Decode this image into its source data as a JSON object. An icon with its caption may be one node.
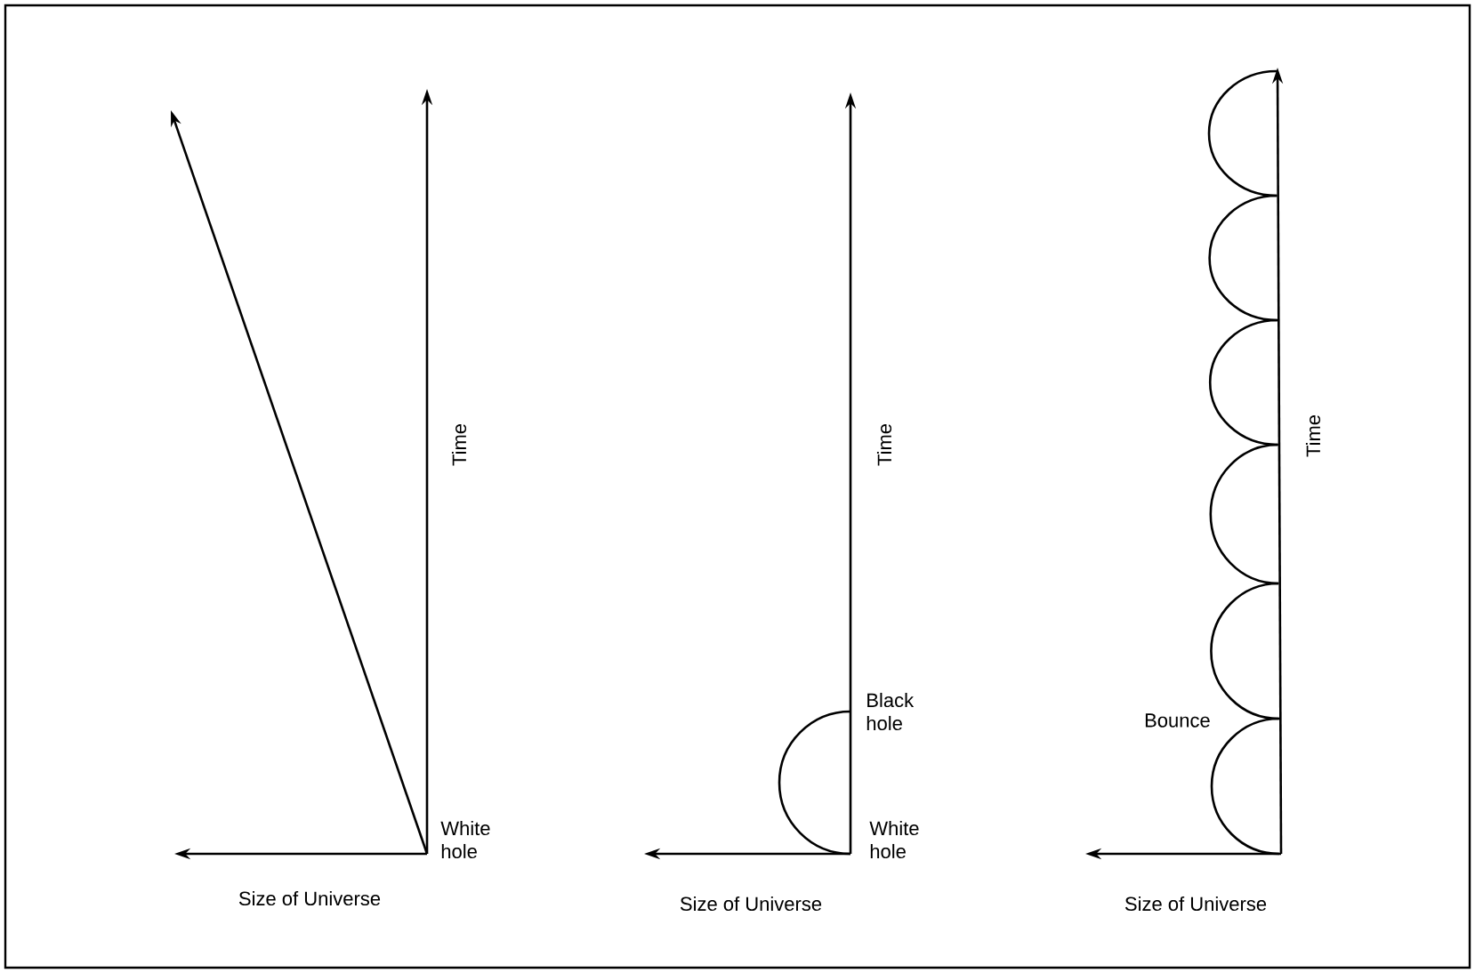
{
  "diagram": {
    "labels": [
      "Time",
      "White hole",
      "Size of Universe",
      "Time",
      "Black hole",
      "White hole",
      "Size of Universe",
      "Time",
      "Bounce",
      "Size of Universe"
    ]
  }
}
